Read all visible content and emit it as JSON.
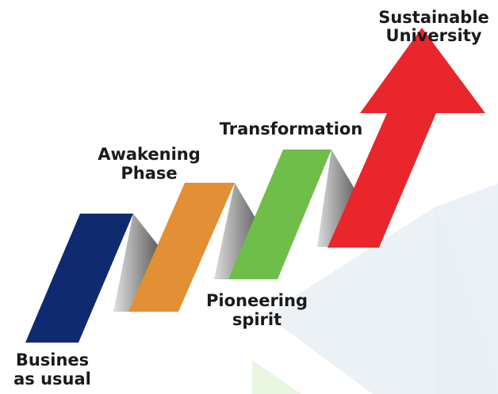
{
  "diagram": {
    "stages": [
      {
        "id": "business-as-usual",
        "lines": [
          "Busines",
          "as usual"
        ],
        "color": "#0f2a6e"
      },
      {
        "id": "awakening-phase",
        "lines": [
          "Awakening",
          "Phase"
        ],
        "color": "#e38f36"
      },
      {
        "id": "pioneering-spirit",
        "lines": [
          "Pioneering",
          "spirit"
        ],
        "color": "#cfcfcf"
      },
      {
        "id": "transformation",
        "lines": [
          "Transformation"
        ],
        "color": "#6fbe4a"
      },
      {
        "id": "sustainable-university",
        "lines": [
          "Sustainable",
          "University"
        ],
        "color": "#e8262b"
      }
    ],
    "connector_colors": {
      "light": "#dcdcdc",
      "dark": "#555555"
    },
    "background_colors": {
      "wedge_light": "#e6edf3",
      "wedge_green": "#e8f6e0"
    }
  }
}
